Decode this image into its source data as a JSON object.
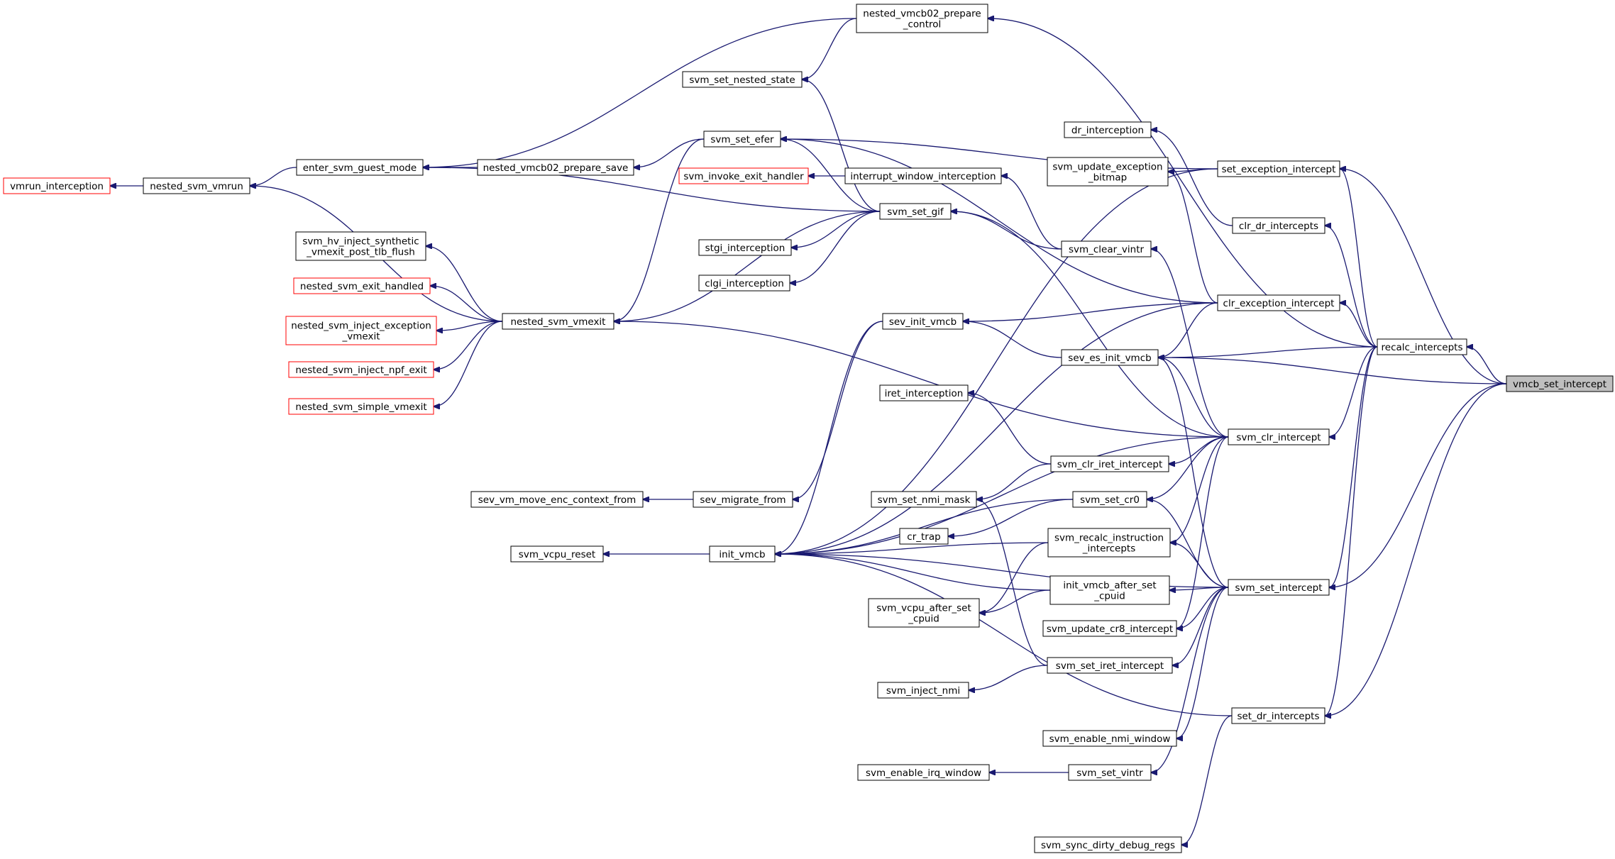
{
  "nodes": [
    {
      "id": "vmcb_set_intercept",
      "lines": [
        "vmcb_set_intercept"
      ],
      "style": "root"
    },
    {
      "id": "recalc_intercepts",
      "lines": [
        "recalc_intercepts"
      ],
      "style": "normal"
    },
    {
      "id": "set_exception_intercept",
      "lines": [
        "set_exception_intercept"
      ],
      "style": "normal"
    },
    {
      "id": "clr_dr_intercepts",
      "lines": [
        "clr_dr_intercepts"
      ],
      "style": "normal"
    },
    {
      "id": "clr_exception_intercept",
      "lines": [
        "clr_exception_intercept"
      ],
      "style": "normal"
    },
    {
      "id": "svm_clr_intercept",
      "lines": [
        "svm_clr_intercept"
      ],
      "style": "normal"
    },
    {
      "id": "svm_set_intercept",
      "lines": [
        "svm_set_intercept"
      ],
      "style": "normal"
    },
    {
      "id": "set_dr_intercepts",
      "lines": [
        "set_dr_intercepts"
      ],
      "style": "normal"
    },
    {
      "id": "nested_vmcb02_prepare_control",
      "lines": [
        "nested_vmcb02_prepare",
        "_control"
      ],
      "style": "normal"
    },
    {
      "id": "svm_set_nested_state",
      "lines": [
        "svm_set_nested_state"
      ],
      "style": "normal"
    },
    {
      "id": "svm_set_efer",
      "lines": [
        "svm_set_efer"
      ],
      "style": "normal"
    },
    {
      "id": "enter_svm_guest_mode",
      "lines": [
        "enter_svm_guest_mode"
      ],
      "style": "normal"
    },
    {
      "id": "nested_vmcb02_prepare_save",
      "lines": [
        "nested_vmcb02_prepare_save"
      ],
      "style": "normal"
    },
    {
      "id": "nested_svm_vmrun",
      "lines": [
        "nested_svm_vmrun"
      ],
      "style": "normal"
    },
    {
      "id": "vmrun_interception",
      "lines": [
        "vmrun_interception"
      ],
      "style": "red"
    },
    {
      "id": "svm_invoke_exit_handler",
      "lines": [
        "svm_invoke_exit_handler"
      ],
      "style": "red"
    },
    {
      "id": "interrupt_window_interception",
      "lines": [
        "interrupt_window_interception"
      ],
      "style": "normal"
    },
    {
      "id": "svm_set_gif",
      "lines": [
        "svm_set_gif"
      ],
      "style": "normal"
    },
    {
      "id": "stgi_interception",
      "lines": [
        "stgi_interception"
      ],
      "style": "normal"
    },
    {
      "id": "clgi_interception",
      "lines": [
        "clgi_interception"
      ],
      "style": "normal"
    },
    {
      "id": "dr_interception",
      "lines": [
        "dr_interception"
      ],
      "style": "normal"
    },
    {
      "id": "svm_update_exception_bitmap",
      "lines": [
        "svm_update_exception",
        "_bitmap"
      ],
      "style": "normal"
    },
    {
      "id": "svm_clear_vintr",
      "lines": [
        "svm_clear_vintr"
      ],
      "style": "normal"
    },
    {
      "id": "svm_hv_inject",
      "lines": [
        "svm_hv_inject_synthetic",
        "_vmexit_post_tlb_flush"
      ],
      "style": "normal"
    },
    {
      "id": "nested_svm_exit_handled",
      "lines": [
        "nested_svm_exit_handled"
      ],
      "style": "red"
    },
    {
      "id": "nested_svm_inject_exception_vmexit",
      "lines": [
        "nested_svm_inject_exception",
        "_vmexit"
      ],
      "style": "red"
    },
    {
      "id": "nested_svm_inject_npf_exit",
      "lines": [
        "nested_svm_inject_npf_exit"
      ],
      "style": "red"
    },
    {
      "id": "nested_svm_simple_vmexit",
      "lines": [
        "nested_svm_simple_vmexit"
      ],
      "style": "red"
    },
    {
      "id": "nested_svm_vmexit",
      "lines": [
        "nested_svm_vmexit"
      ],
      "style": "normal"
    },
    {
      "id": "sev_init_vmcb",
      "lines": [
        "sev_init_vmcb"
      ],
      "style": "normal"
    },
    {
      "id": "sev_es_init_vmcb",
      "lines": [
        "sev_es_init_vmcb"
      ],
      "style": "normal"
    },
    {
      "id": "iret_interception",
      "lines": [
        "iret_interception"
      ],
      "style": "normal"
    },
    {
      "id": "svm_clr_iret_intercept",
      "lines": [
        "svm_clr_iret_intercept"
      ],
      "style": "normal"
    },
    {
      "id": "sev_vm_move_enc_context_from",
      "lines": [
        "sev_vm_move_enc_context_from"
      ],
      "style": "normal"
    },
    {
      "id": "sev_migrate_from",
      "lines": [
        "sev_migrate_from"
      ],
      "style": "normal"
    },
    {
      "id": "svm_set_nmi_mask",
      "lines": [
        "svm_set_nmi_mask"
      ],
      "style": "normal"
    },
    {
      "id": "svm_set_cr0",
      "lines": [
        "svm_set_cr0"
      ],
      "style": "normal"
    },
    {
      "id": "cr_trap",
      "lines": [
        "cr_trap"
      ],
      "style": "normal"
    },
    {
      "id": "svm_recalc_instruction_intercepts",
      "lines": [
        "svm_recalc_instruction",
        "_intercepts"
      ],
      "style": "normal"
    },
    {
      "id": "svm_vcpu_reset",
      "lines": [
        "svm_vcpu_reset"
      ],
      "style": "normal"
    },
    {
      "id": "init_vmcb",
      "lines": [
        "init_vmcb"
      ],
      "style": "normal"
    },
    {
      "id": "init_vmcb_after_set_cpuid",
      "lines": [
        "init_vmcb_after_set",
        "_cpuid"
      ],
      "style": "normal"
    },
    {
      "id": "svm_vcpu_after_set_cpuid",
      "lines": [
        "svm_vcpu_after_set",
        "_cpuid"
      ],
      "style": "normal"
    },
    {
      "id": "svm_update_cr8_intercept",
      "lines": [
        "svm_update_cr8_intercept"
      ],
      "style": "normal"
    },
    {
      "id": "svm_set_iret_intercept",
      "lines": [
        "svm_set_iret_intercept"
      ],
      "style": "normal"
    },
    {
      "id": "svm_inject_nmi",
      "lines": [
        "svm_inject_nmi"
      ],
      "style": "normal"
    },
    {
      "id": "svm_enable_nmi_window",
      "lines": [
        "svm_enable_nmi_window"
      ],
      "style": "normal"
    },
    {
      "id": "svm_enable_irq_window",
      "lines": [
        "svm_enable_irq_window"
      ],
      "style": "normal"
    },
    {
      "id": "svm_set_vintr",
      "lines": [
        "svm_set_vintr"
      ],
      "style": "normal"
    },
    {
      "id": "svm_sync_dirty_debug_regs",
      "lines": [
        "svm_sync_dirty_debug_regs"
      ],
      "style": "normal"
    }
  ],
  "edges": [
    [
      "recalc_intercepts",
      "vmcb_set_intercept"
    ],
    [
      "sev_es_init_vmcb",
      "vmcb_set_intercept"
    ],
    [
      "set_exception_intercept",
      "vmcb_set_intercept"
    ],
    [
      "svm_set_intercept",
      "vmcb_set_intercept"
    ],
    [
      "set_dr_intercepts",
      "vmcb_set_intercept"
    ],
    [
      "set_exception_intercept",
      "recalc_intercepts"
    ],
    [
      "clr_dr_intercepts",
      "recalc_intercepts"
    ],
    [
      "clr_exception_intercept",
      "recalc_intercepts"
    ],
    [
      "svm_clr_intercept",
      "recalc_intercepts"
    ],
    [
      "svm_set_intercept",
      "recalc_intercepts"
    ],
    [
      "set_dr_intercepts",
      "recalc_intercepts"
    ],
    [
      "sev_es_init_vmcb",
      "recalc_intercepts"
    ],
    [
      "nested_vmcb02_prepare_control",
      "recalc_intercepts"
    ],
    [
      "svm_set_nested_state",
      "nested_vmcb02_prepare_control"
    ],
    [
      "enter_svm_guest_mode",
      "nested_vmcb02_prepare_control"
    ],
    [
      "enter_svm_guest_mode",
      "nested_vmcb02_prepare_save"
    ],
    [
      "nested_vmcb02_prepare_save",
      "svm_set_efer"
    ],
    [
      "nested_svm_vmrun",
      "enter_svm_guest_mode"
    ],
    [
      "vmrun_interception",
      "nested_svm_vmrun"
    ],
    [
      "svm_invoke_exit_handler",
      "interrupt_window_interception"
    ],
    [
      "interrupt_window_interception",
      "svm_clear_vintr"
    ],
    [
      "svm_set_gif",
      "svm_clear_vintr"
    ],
    [
      "stgi_interception",
      "svm_set_gif"
    ],
    [
      "clgi_interception",
      "svm_set_gif"
    ],
    [
      "enter_svm_guest_mode",
      "svm_set_gif"
    ],
    [
      "nested_svm_vmexit",
      "svm_set_gif"
    ],
    [
      "svm_set_nested_state",
      "svm_set_gif"
    ],
    [
      "svm_set_efer",
      "svm_set_gif"
    ],
    [
      "svm_set_efer",
      "set_exception_intercept"
    ],
    [
      "svm_set_efer",
      "clr_exception_intercept"
    ],
    [
      "nested_svm_vmexit",
      "svm_set_efer"
    ],
    [
      "nested_svm_vmrun",
      "nested_svm_vmexit"
    ],
    [
      "svm_hv_inject",
      "nested_svm_vmexit"
    ],
    [
      "nested_svm_exit_handled",
      "nested_svm_vmexit"
    ],
    [
      "nested_svm_inject_exception_vmexit",
      "nested_svm_vmexit"
    ],
    [
      "nested_svm_inject_npf_exit",
      "nested_svm_vmexit"
    ],
    [
      "nested_svm_simple_vmexit",
      "nested_svm_vmexit"
    ],
    [
      "dr_interception",
      "clr_dr_intercepts"
    ],
    [
      "svm_update_exception_bitmap",
      "set_exception_intercept"
    ],
    [
      "svm_update_exception_bitmap",
      "clr_exception_intercept"
    ],
    [
      "init_vmcb",
      "set_exception_intercept"
    ],
    [
      "init_vmcb",
      "clr_exception_intercept"
    ],
    [
      "sev_es_init_vmcb",
      "clr_exception_intercept"
    ],
    [
      "sev_init_vmcb",
      "clr_exception_intercept"
    ],
    [
      "sev_init_vmcb",
      "sev_es_init_vmcb"
    ],
    [
      "svm_clear_vintr",
      "svm_clr_intercept"
    ],
    [
      "sev_es_init_vmcb",
      "svm_clr_intercept"
    ],
    [
      "svm_clr_iret_intercept",
      "svm_clr_intercept"
    ],
    [
      "svm_set_cr0",
      "svm_clr_intercept"
    ],
    [
      "svm_recalc_instruction_intercepts",
      "svm_clr_intercept"
    ],
    [
      "svm_update_cr8_intercept",
      "svm_clr_intercept"
    ],
    [
      "init_vmcb",
      "svm_clr_intercept"
    ],
    [
      "svm_set_gif",
      "svm_clr_intercept"
    ],
    [
      "nested_svm_vmexit",
      "svm_clr_intercept"
    ],
    [
      "sev_es_init_vmcb",
      "svm_set_intercept"
    ],
    [
      "svm_set_cr0",
      "svm_set_intercept"
    ],
    [
      "svm_recalc_instruction_intercepts",
      "svm_set_intercept"
    ],
    [
      "init_vmcb_after_set_cpuid",
      "svm_set_intercept"
    ],
    [
      "svm_update_cr8_intercept",
      "svm_set_intercept"
    ],
    [
      "svm_set_iret_intercept",
      "svm_set_intercept"
    ],
    [
      "svm_enable_nmi_window",
      "svm_set_intercept"
    ],
    [
      "svm_set_vintr",
      "svm_set_intercept"
    ],
    [
      "init_vmcb",
      "svm_set_intercept"
    ],
    [
      "init_vmcb",
      "set_dr_intercepts"
    ],
    [
      "svm_sync_dirty_debug_regs",
      "set_dr_intercepts"
    ],
    [
      "iret_interception",
      "svm_clr_iret_intercept"
    ],
    [
      "svm_set_nmi_mask",
      "svm_clr_iret_intercept"
    ],
    [
      "svm_set_nmi_mask",
      "svm_set_iret_intercept"
    ],
    [
      "svm_inject_nmi",
      "svm_set_iret_intercept"
    ],
    [
      "cr_trap",
      "svm_set_cr0"
    ],
    [
      "init_vmcb",
      "svm_set_cr0"
    ],
    [
      "sev_vm_move_enc_context_from",
      "sev_migrate_from"
    ],
    [
      "sev_migrate_from",
      "sev_init_vmcb"
    ],
    [
      "init_vmcb",
      "sev_init_vmcb"
    ],
    [
      "svm_vcpu_reset",
      "init_vmcb"
    ],
    [
      "init_vmcb",
      "svm_recalc_instruction_intercepts"
    ],
    [
      "svm_vcpu_after_set_cpuid",
      "svm_recalc_instruction_intercepts"
    ],
    [
      "svm_vcpu_after_set_cpuid",
      "init_vmcb_after_set_cpuid"
    ],
    [
      "init_vmcb",
      "init_vmcb_after_set_cpuid"
    ],
    [
      "svm_enable_irq_window",
      "svm_set_vintr"
    ]
  ]
}
